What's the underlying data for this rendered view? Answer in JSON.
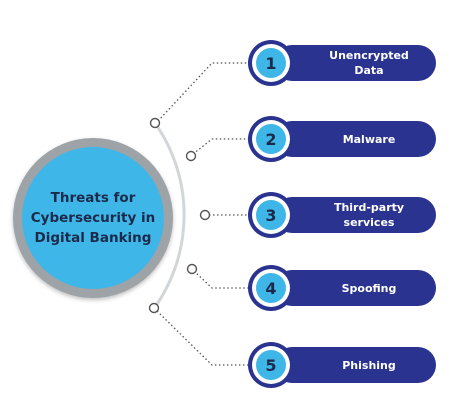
{
  "center": {
    "title": "Threats for\nCybersecurity in\nDigital Banking"
  },
  "threats": [
    {
      "number": "1",
      "label": "Unencrypted\nData"
    },
    {
      "number": "2",
      "label": "Malware"
    },
    {
      "number": "3",
      "label": "Third-party\nservices"
    },
    {
      "number": "4",
      "label": "Spoofing"
    },
    {
      "number": "5",
      "label": "Phishing"
    }
  ],
  "colors": {
    "navy": "#2a3390",
    "sky": "#3fb6e8",
    "gray_ring": "#9ea3a8",
    "text_dark": "#1b2a4a",
    "connector": "#555555"
  }
}
